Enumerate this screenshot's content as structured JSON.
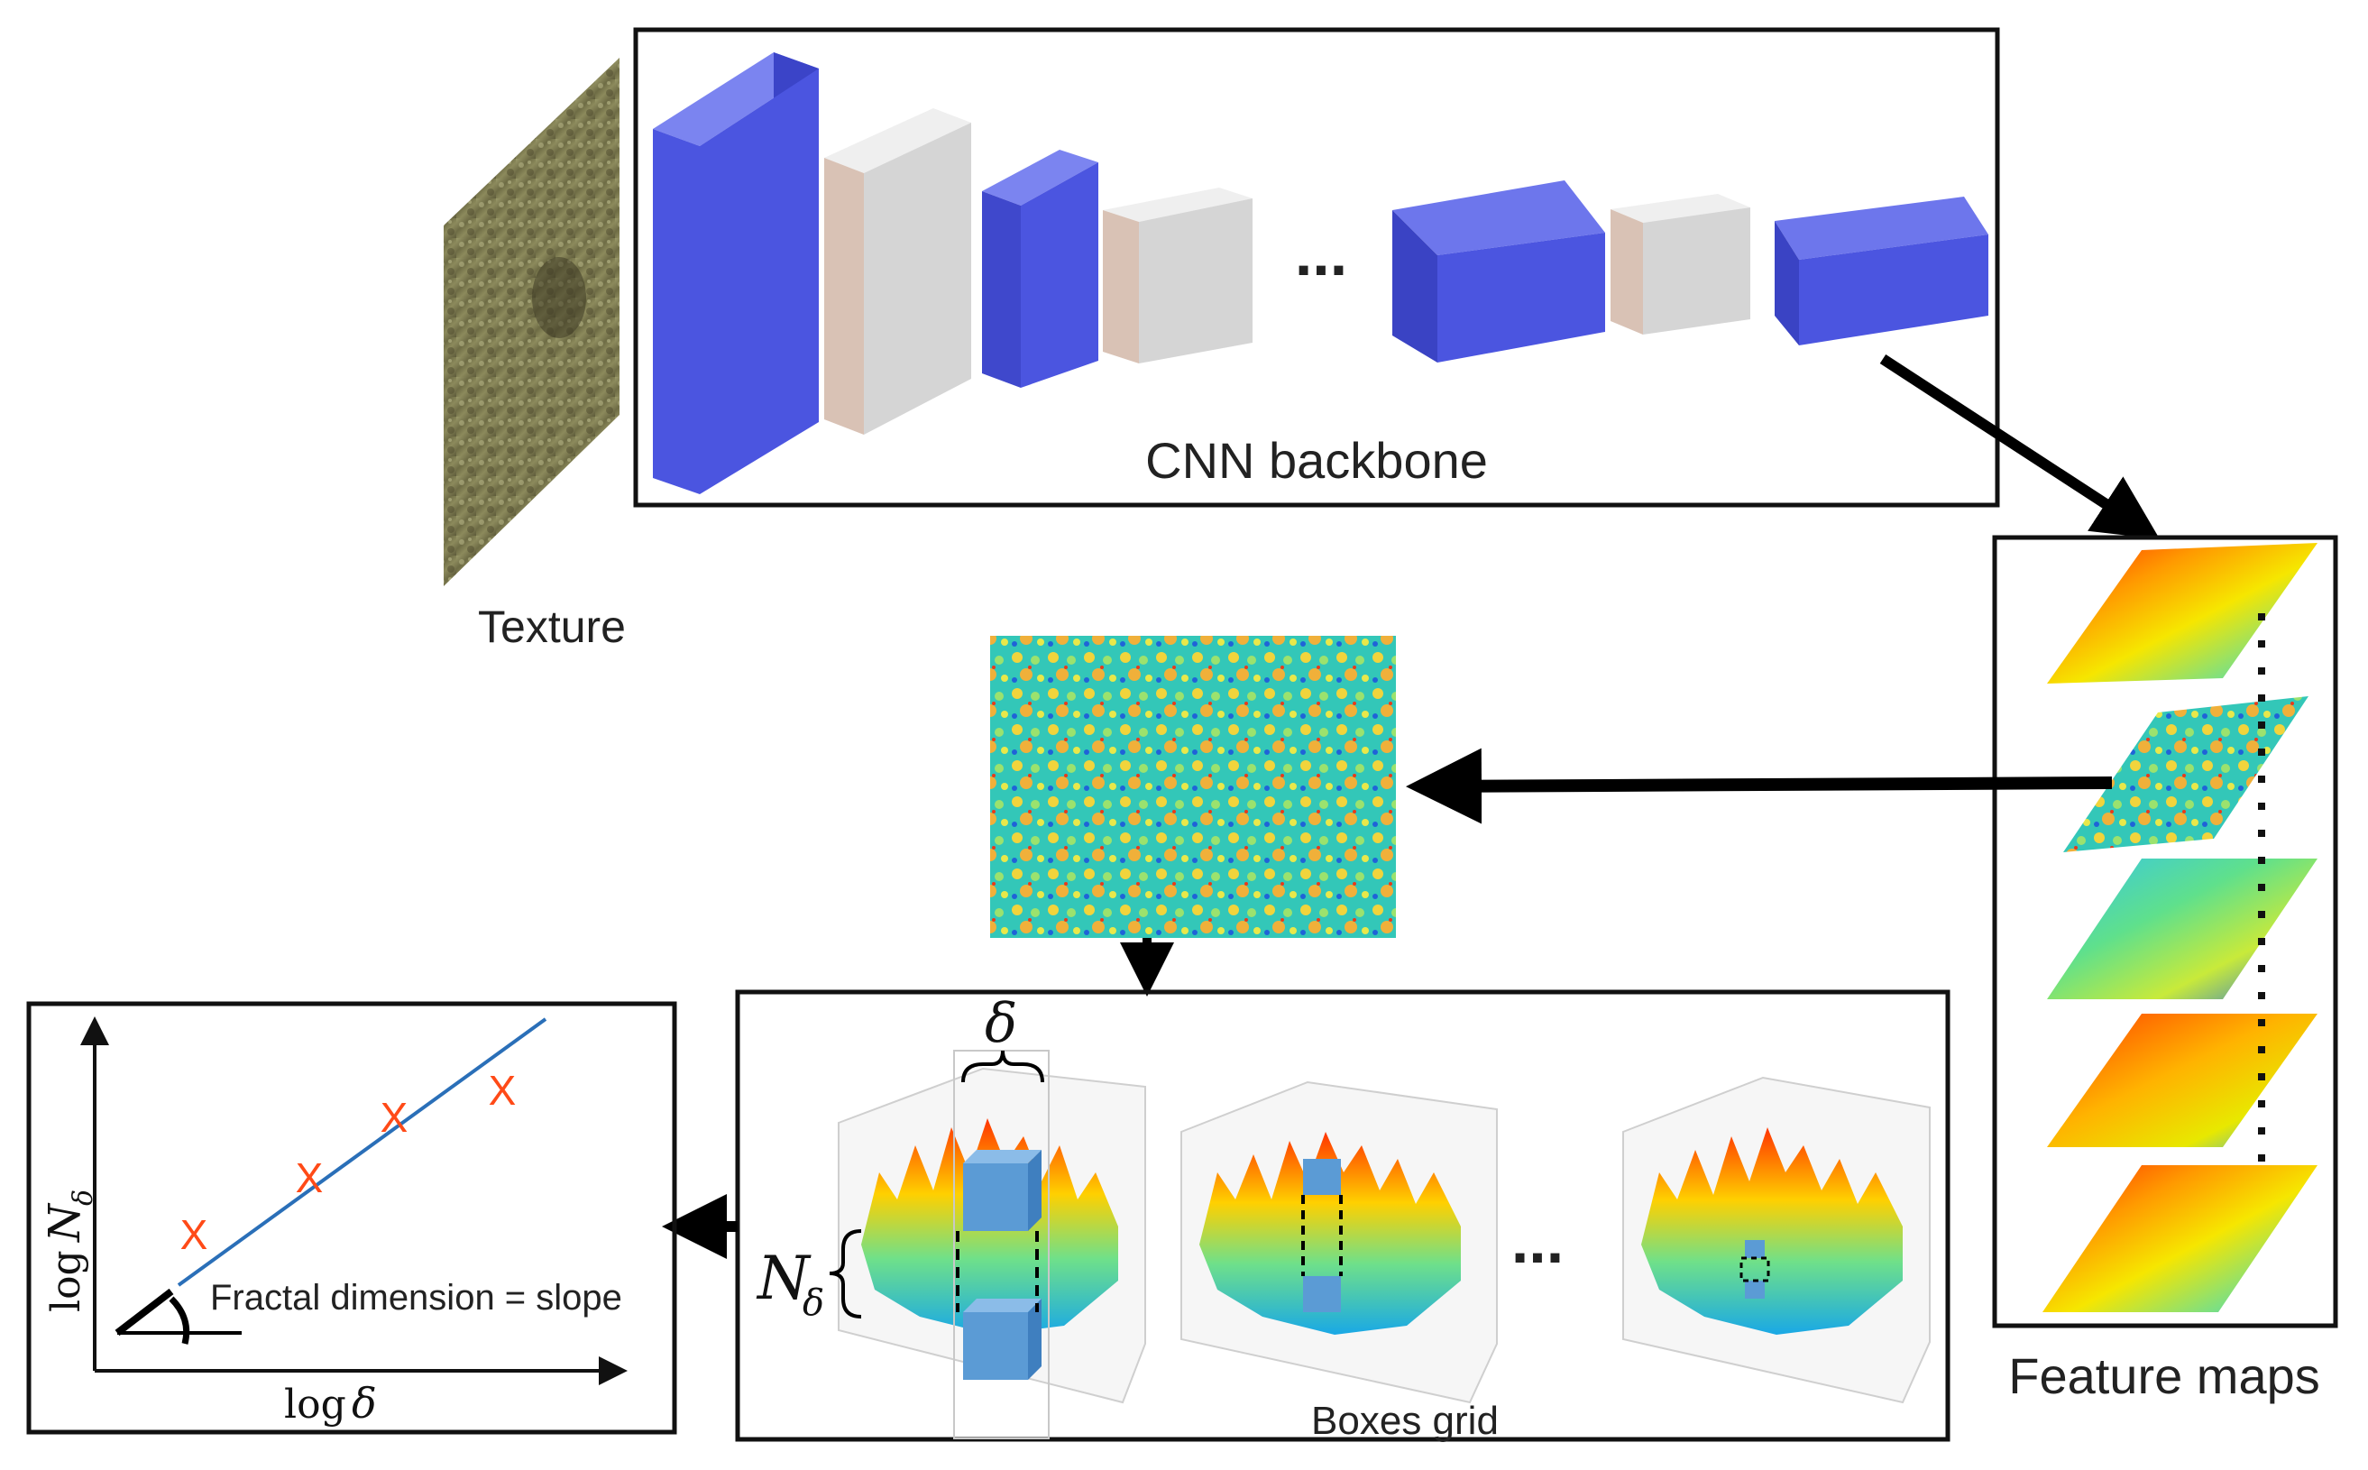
{
  "labels": {
    "texture": "Texture",
    "cnn_backbone": "CNN backbone",
    "feature_maps": "Feature maps",
    "boxes_grid": "Boxes grid",
    "fractal_dimension": "Fractal dimension = slope",
    "log": "log",
    "delta": "δ",
    "n": "N",
    "ellipsis_row": "...",
    "x_mark": "X"
  },
  "colors": {
    "conv_block": "#4b55e0",
    "pool_block": "#d8d8d8",
    "pool_side": "#d9c2b5",
    "regression_line": "#2a6fb8",
    "sample_points": "#ff4a17",
    "box_cube": "#5b9bd5",
    "arrow": "#000000"
  },
  "icons": [
    "angle-measure-icon"
  ]
}
